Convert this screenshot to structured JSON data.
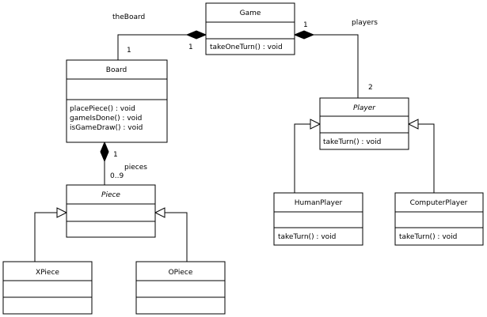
{
  "classes": {
    "game": {
      "name": "Game",
      "abstract": false,
      "methods": [
        "takeOneTurn() : void"
      ]
    },
    "board": {
      "name": "Board",
      "abstract": false,
      "methods": [
        "placePiece() : void",
        "gameIsDone() : void",
        "isGameDraw() : void"
      ]
    },
    "player": {
      "name": "Player",
      "abstract": true,
      "methods": [
        "takeTurn() : void"
      ]
    },
    "piece": {
      "name": "Piece",
      "abstract": true,
      "methods": []
    },
    "human_player": {
      "name": "HumanPlayer",
      "abstract": false,
      "methods": [
        "takeTurn() : void"
      ]
    },
    "computer_player": {
      "name": "ComputerPlayer",
      "abstract": false,
      "methods": [
        "takeTurn() : void"
      ]
    },
    "xpiece": {
      "name": "XPiece",
      "abstract": false,
      "methods": []
    },
    "opiece": {
      "name": "OPiece",
      "abstract": false,
      "methods": []
    }
  },
  "associations": {
    "game_board": {
      "role": "theBoard",
      "mult_owner": "1",
      "mult_part": "1"
    },
    "game_players": {
      "role": "players",
      "mult_owner": "1",
      "mult_part": "2"
    },
    "board_pieces": {
      "role": "pieces",
      "mult_owner": "1",
      "mult_part": "0..9"
    }
  },
  "relationships": [
    {
      "type": "composition",
      "from": "game",
      "to": "board"
    },
    {
      "type": "composition",
      "from": "game",
      "to": "player"
    },
    {
      "type": "composition",
      "from": "board",
      "to": "piece"
    },
    {
      "type": "generalization",
      "from": "human_player",
      "to": "player"
    },
    {
      "type": "generalization",
      "from": "computer_player",
      "to": "player"
    },
    {
      "type": "generalization",
      "from": "xpiece",
      "to": "piece"
    },
    {
      "type": "generalization",
      "from": "opiece",
      "to": "piece"
    }
  ]
}
